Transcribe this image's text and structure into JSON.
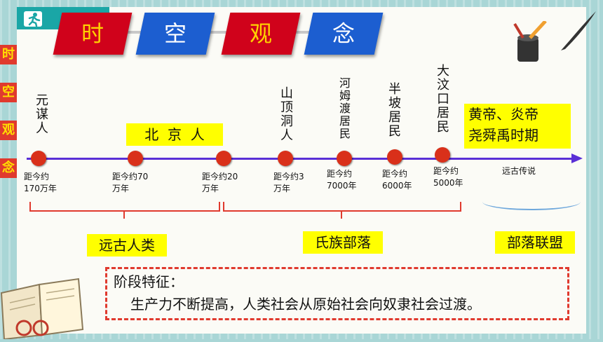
{
  "side_title": [
    "时",
    "空",
    "观",
    "念"
  ],
  "diamonds": [
    {
      "text": "时",
      "style": "red"
    },
    {
      "text": "空",
      "style": "blue"
    },
    {
      "text": "观",
      "style": "red"
    },
    {
      "text": "念",
      "style": "blue"
    }
  ],
  "timeline_points": [
    {
      "name": "元谋人",
      "time": "距今约\n170万年"
    },
    {
      "name": "北京人",
      "time": "距今约70\n万年"
    },
    {
      "name": "",
      "time": "距今约20\n万年"
    },
    {
      "name": "山顶洞人",
      "time": "距今约3\n万年"
    },
    {
      "name": "河姆渡居民",
      "time": "距今约\n7000年"
    },
    {
      "name": "半坡居民",
      "time": "距今约\n6000年"
    },
    {
      "name": "大汶口居民",
      "time": "距今约\n5000年"
    }
  ],
  "beijing_label": "北  京  人",
  "legend_label": "黄帝、炎帝\n尧舜禹时期",
  "legend_sub": "远古传说",
  "groups": [
    "远古人类",
    "氏族部落",
    "部落联盟"
  ],
  "summary": {
    "title": "阶段特征：",
    "text": "生产力不断提高，人类社会从原始社会向奴隶社会过渡。"
  },
  "colors": {
    "accent_red": "#e03a2e",
    "timeline": "#5a2fd6",
    "highlight": "#ffff00",
    "dot": "#d9301a"
  }
}
